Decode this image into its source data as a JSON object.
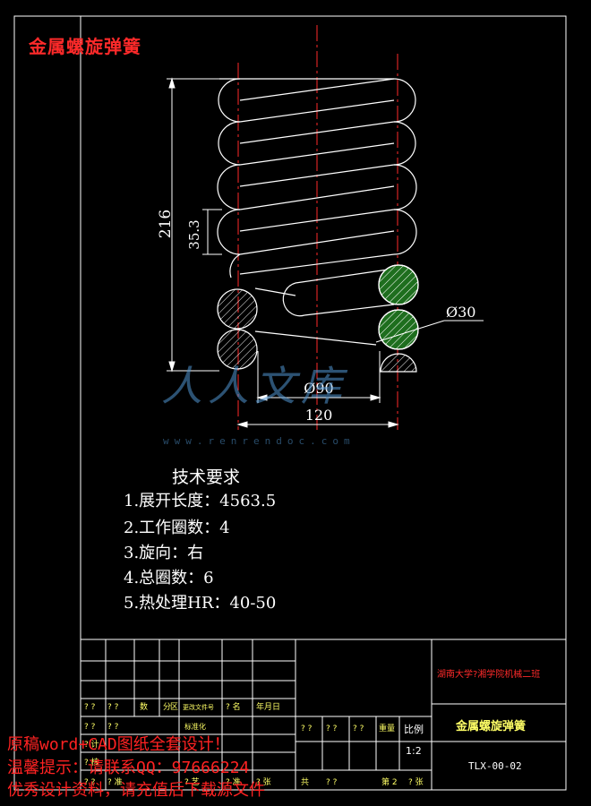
{
  "title": "金属螺旋弹簧",
  "dimensions": {
    "height_total": "216",
    "pitch": "35.3",
    "wire_dia": "Ø30",
    "inner_dia": "Ø90",
    "center_dist": "120"
  },
  "requirements": {
    "heading": "技术要求",
    "items": [
      "1.展开长度：4563.5",
      "2.工作圈数：4",
      "3.旋向：右",
      "4.总圈数：6",
      "5.热处理HR：40-50"
    ]
  },
  "title_block": {
    "school": "湖南大学?湘学院机械二班",
    "drawing_name": "金属螺旋弹簧",
    "code": "TLX-00-02",
    "scale_label": "比例",
    "scale": "1:2",
    "cells": [
      "? ?",
      "? ?",
      "数",
      "分",
      "区",
      "更改文件号",
      "? 名",
      "年月日",
      "? ?",
      "? ?",
      "标准化",
      "? 计",
      "? 核",
      "? ?",
      "? ?",
      "? ?",
      "重量",
      "共",
      "? ?",
      "第 2",
      "? 张",
      "? ?",
      "? 准",
      "? 艺",
      "? 准",
      "? 张"
    ]
  },
  "watermark": {
    "logo": "人人文库",
    "url": "www.renrendoc.com",
    "line1": "原稿word+CAD图纸全套设计！",
    "line2": "温馨提示：请联系QQ：97666224",
    "line3": "优秀设计资料，请充值后下载源文件"
  },
  "colors": {
    "background": "#000000",
    "line": "#ffffff",
    "center_line": "#ff2a2a",
    "section_fill_green": "#1e6e1e",
    "title_red": "#ff2a2a",
    "label_yellow": "#ffff66",
    "watermark_blue": "#5096d2"
  }
}
